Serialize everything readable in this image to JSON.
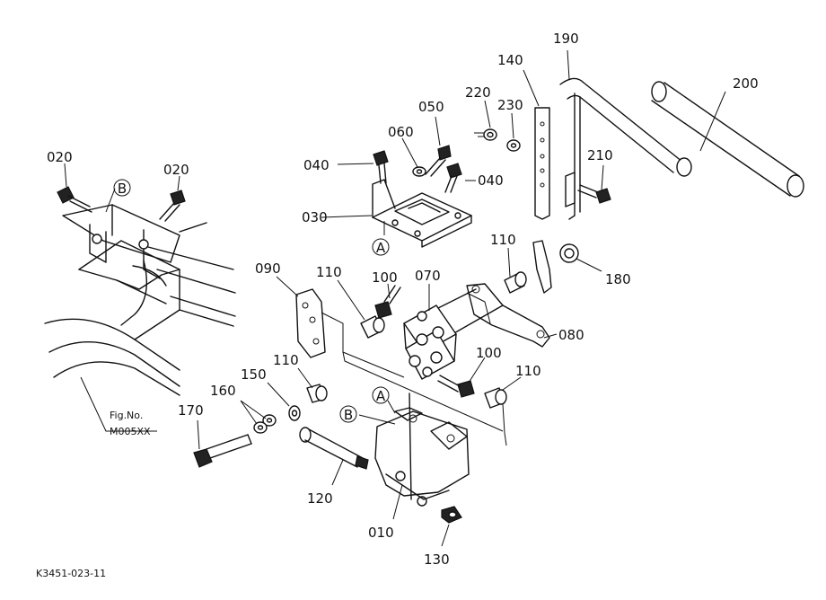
{
  "labels": {
    "p010": "010",
    "p020a": "020",
    "p020b": "020",
    "p030": "030",
    "p040a": "040",
    "p040b": "040",
    "p050": "050",
    "p060": "060",
    "p070": "070",
    "p080": "080",
    "p090": "090",
    "p100a": "100",
    "p100b": "100",
    "p110a": "110",
    "p110b": "110",
    "p110c": "110",
    "p110d": "110",
    "p120": "120",
    "p130": "130",
    "p140": "140",
    "p150": "150",
    "p160": "160",
    "p170": "170",
    "p180": "180",
    "p190": "190",
    "p200": "200",
    "p210": "210",
    "p220": "220",
    "p230": "230"
  },
  "markers": {
    "a_top": "A",
    "a_bottom": "A",
    "b_left": "B",
    "b_bottom": "B"
  },
  "reference": {
    "fig_no": "Fig.No.",
    "fig_code": "M005XX"
  },
  "diagram_code": "K3451-023-11"
}
